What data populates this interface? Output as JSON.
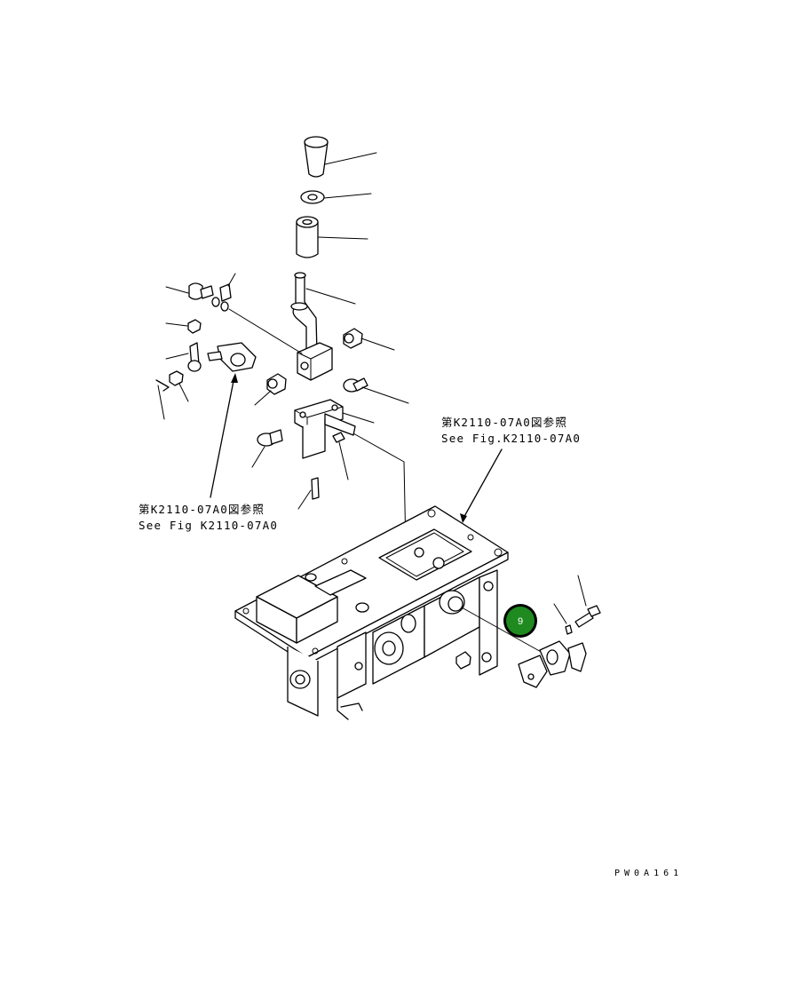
{
  "diagram": {
    "ref_upper_jp": "第K2110-07A0図参照",
    "ref_upper_en": "See Fig.K2110-07A0",
    "ref_lower_jp": "第K2110-07A0図参照",
    "ref_lower_en": "See Fig K2110-07A0",
    "drawing_code": "PW0A161",
    "callout_number": "9",
    "callout_color": "#1f8a1f"
  }
}
